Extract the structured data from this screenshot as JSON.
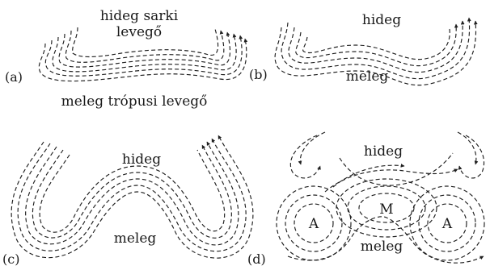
{
  "panels": [
    {
      "letter": "(a)",
      "cold": [
        "hideg sarki",
        "levegő"
      ],
      "warm": "meleg trópusi levegő"
    },
    {
      "letter": "(b)",
      "cold": [
        "hideg"
      ],
      "warm": "meleg"
    },
    {
      "letter": "(c)",
      "cold": [
        "hideg"
      ],
      "warm": "meleg"
    },
    {
      "letter": "(d)",
      "cold": [
        "hideg"
      ],
      "warm": "meleg",
      "cyclone": "A",
      "anticyclone": "M"
    }
  ],
  "colors": {
    "ink": "#1f1f1f",
    "background": "#ffffff"
  }
}
